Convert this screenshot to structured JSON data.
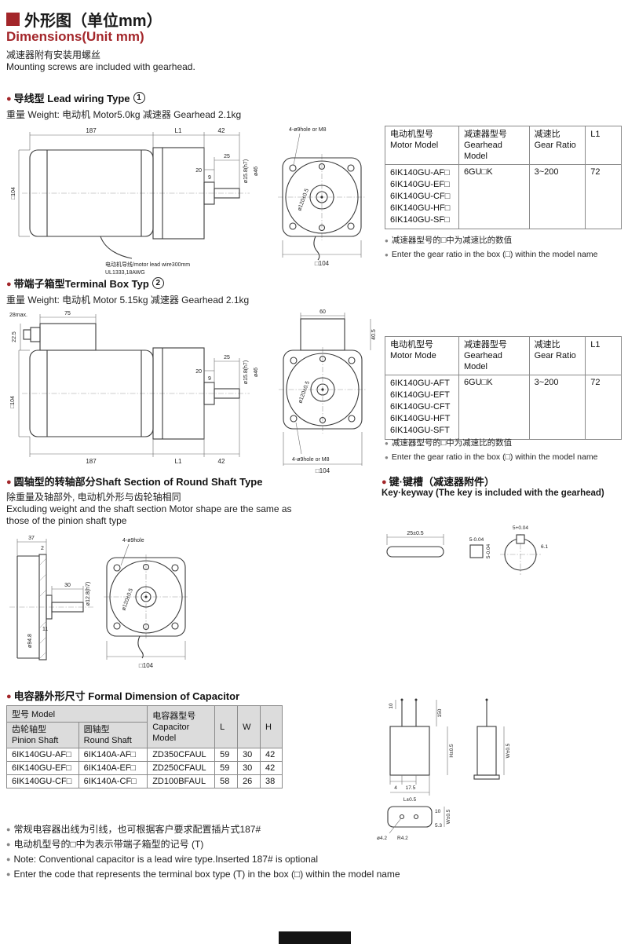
{
  "accent": "#a3262a",
  "header": {
    "title_zh": "外形图（单位mm）",
    "title_en": "Dimensions(Unit mm)",
    "note_zh": "减速器附有安装用螺丝",
    "note_en": "Mounting screws are included with gearhead."
  },
  "s1": {
    "title": "导线型 Lead wiring Type",
    "badge": "1",
    "weight": "重量 Weight: 电动机 Motor5.0kg  减速器 Gearhead 2.1kg",
    "d": {
      "d187": "187",
      "dL1": "L1",
      "d42": "42",
      "d25": "25",
      "d20": "20",
      "d9": "9",
      "shaft": "ø15.8(h7)",
      "boss": "ø46",
      "sq": "□104",
      "holes": "4-ø9hole or M8",
      "bolt": "ø120±0.5",
      "sqf": "□104",
      "wire1": "电动机导线/motor lead wire300mm",
      "wire2": "UL1333,18AWG"
    },
    "table": {
      "headers": [
        {
          "zh": "电动机型号",
          "en": "Motor Model"
        },
        {
          "zh": "减速器型号",
          "en": "Gearhead Model"
        },
        {
          "zh": "减速比",
          "en": "Gear Ratio"
        },
        {
          "zh": "L1",
          "en": ""
        }
      ],
      "models": [
        "6IK140GU-AF□",
        "6IK140GU-EF□",
        "6IK140GU-CF□",
        "6IK140GU-HF□",
        "6IK140GU-SF□"
      ],
      "gearhead": "6GU□K",
      "ratio": "3~200",
      "l1": "72"
    },
    "notes": [
      "减速器型号的□中为减速比的数值",
      "Enter the gear ratio in the box (□) within the model name"
    ]
  },
  "s2": {
    "title": "带端子箱型Terminal Box Typ",
    "badge": "2",
    "weight": "重量 Weight: 电动机 Motor 5.15kg 减速器 Gearhead 2.1kg",
    "d": {
      "d28": "28max.",
      "d75": "75",
      "d225": "22.5",
      "sq": "□104",
      "d187": "187",
      "dL1": "L1",
      "d42": "42",
      "d25": "25",
      "d20": "20",
      "d9": "9",
      "shaft": "ø15.8(h7)",
      "boss": "ø46",
      "d60": "60",
      "d405": "40.5",
      "bolt": "ø120±0.5",
      "holes": "4-ø9hole or M8",
      "sqf": "□104"
    },
    "table": {
      "headers": [
        {
          "zh": "电动机型号",
          "en": "Motor Mode"
        },
        {
          "zh": "减速器型号",
          "en": "Gearhead Model"
        },
        {
          "zh": "减速比",
          "en": "Gear Ratio"
        },
        {
          "zh": "L1",
          "en": ""
        }
      ],
      "models": [
        "6IK140GU-AFT",
        "6IK140GU-EFT",
        "6IK140GU-CFT",
        "6IK140GU-HFT",
        "6IK140GU-SFT"
      ],
      "gearhead": "6GU□K",
      "ratio": "3~200",
      "l1": "72"
    },
    "notes": [
      "减速器型号的□中为减速比的数值",
      "Enter the gear ratio in the box (□) within the model name"
    ]
  },
  "s3": {
    "title": "圆轴型的转轴部分Shaft Section of Round Shaft Type",
    "desc_zh": "除重量及轴部外, 电动机外形与齿轮轴相同",
    "desc_en1": "Excluding weight and the shaft section Motor shape are the same as",
    "desc_en2": "those of the pinion shaft type",
    "d": {
      "d37": "37",
      "d2": "2",
      "d30": "30",
      "d11": "11",
      "shaft": "ø12.8(h7)",
      "pilot": "ø94.8",
      "holes": "4-ø9hole",
      "bolt": "ø120±0.5",
      "sqf": "□104"
    }
  },
  "key": {
    "title_zh": "键·键槽（减速器附件）",
    "title_en": "Key·keyway (The key is included with the gearhead)",
    "d": {
      "len": "25±0.5",
      "w": "5-0.04",
      "h": "5-0.04",
      "slot": "5+0.04",
      "depth": "6.1"
    }
  },
  "cap": {
    "title": "电容器外形尺寸 Formal Dimension of Capacitor",
    "table": {
      "model_group": "型号 Model",
      "sub": [
        {
          "zh": "齿轮轴型",
          "en": "Pinion Shaft"
        },
        {
          "zh": "圆轴型",
          "en": "Round Shaft"
        }
      ],
      "cap_col": {
        "zh": "电容器型号",
        "en": "Capacitor Model"
      },
      "l": "L",
      "w": "W",
      "h": "H",
      "rows": [
        [
          "6IK140GU-AF□",
          "6IK140A-AF□",
          "ZD350CFAUL",
          "59",
          "30",
          "42"
        ],
        [
          "6IK140GU-EF□",
          "6IK140A-EF□",
          "ZD250CFAUL",
          "59",
          "30",
          "42"
        ],
        [
          "6IK140GU-CF□",
          "6IK140A-CF□",
          "ZD100BFAUL",
          "58",
          "26",
          "38"
        ]
      ]
    },
    "d": {
      "d10": "10",
      "d150": "150",
      "d4": "4",
      "d175": "17.5",
      "dH": "H±0.5",
      "dL": "L±0.5",
      "hole": "ø4.2",
      "r": "R4.2",
      "d53": "5.3",
      "d10b": "10",
      "dW1": "W±0.5",
      "dW2": "W±0.5"
    }
  },
  "notes": [
    "常规电容器出线为引线，也可根据客户要求配置插片式187#",
    "电动机型号的□中为表示带端子箱型的记号 (T)",
    "Note: Conventional capacitor is a lead wire type.Inserted 187#  is optional",
    "Enter the code that represents the terminal box type (T) in the box (□) within the model name"
  ]
}
